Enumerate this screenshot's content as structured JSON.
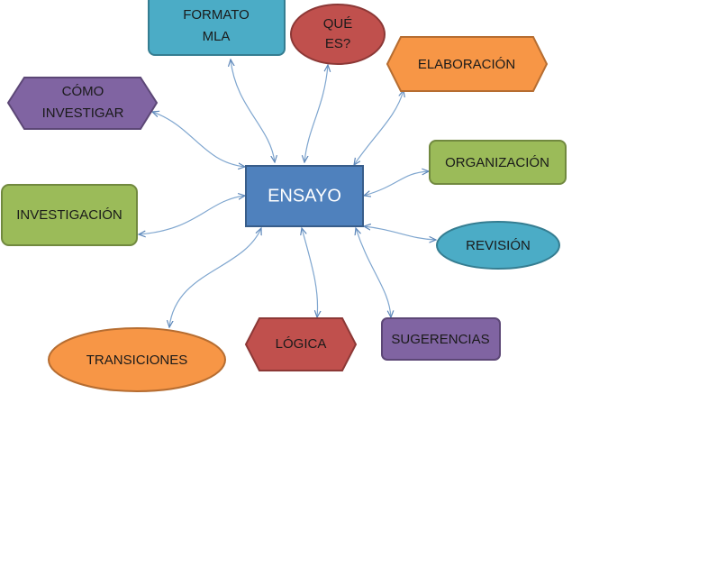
{
  "diagram": {
    "colors": {
      "blue_fill": "#4f81bd",
      "blue_stroke": "#385d8a",
      "teal_fill": "#4bacc6",
      "teal_stroke": "#357d91",
      "red_fill": "#c0504d",
      "red_stroke": "#8c3836",
      "orange_fill": "#f79646",
      "orange_stroke": "#b66d31",
      "green_fill": "#9bbb59",
      "green_stroke": "#71893f",
      "purple_fill": "#8064a2",
      "purple_stroke": "#5c4776",
      "connector": "#7fa6cf",
      "text": "#1a1a1a",
      "center_text": "#ffffff"
    },
    "center": {
      "label": "ENSAYO"
    },
    "nodes": {
      "formato": {
        "line1": "FORMATO",
        "line2": "MLA"
      },
      "que": {
        "line1": "QUÉ",
        "line2": "ES?"
      },
      "elaboracion": {
        "label": "ELABORACIÓN"
      },
      "como": {
        "line1": "CÓMO",
        "line2": "INVESTIGAR"
      },
      "organizacion": {
        "label": "ORGANIZACIÓN"
      },
      "investigacion": {
        "label": "INVESTIGACIÓN"
      },
      "revision": {
        "label": "REVISIÓN"
      },
      "transiciones": {
        "label": "TRANSICIONES"
      },
      "logica": {
        "label": "LÓGICA"
      },
      "sugerencias": {
        "label": "SUGERENCIAS"
      }
    }
  }
}
